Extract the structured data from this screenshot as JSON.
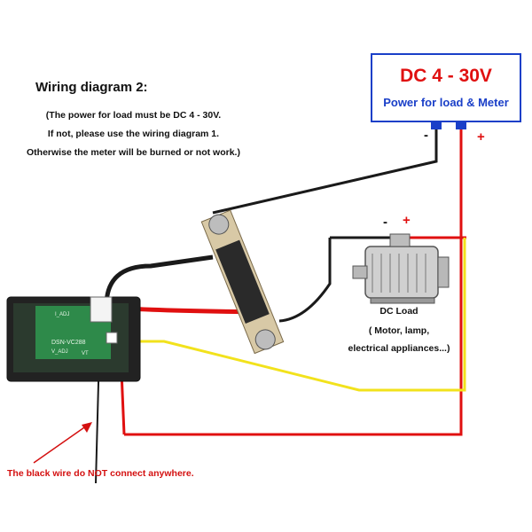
{
  "title": "Wiring diagram 2:",
  "notes": [
    "(The power for load must be DC 4 - 30V.",
    "If not, please use the wiring diagram 1.",
    "Otherwise the meter will be burned or not work.)"
  ],
  "power_supply": {
    "voltage": "DC 4 - 30V",
    "label": "Power for load & Meter",
    "minus": "-",
    "plus": "+"
  },
  "load": {
    "minus": "-",
    "plus": "+",
    "name": "DC Load",
    "desc_line1": "( Motor, lamp,",
    "desc_line2": "electrical appliances...)"
  },
  "meter": {
    "model": "DSN-VC288",
    "pot1": "I_ADJ",
    "pot2": "V_ADJ",
    "pin": "VT"
  },
  "warning": "The black wire do NOT connect anywhere.",
  "colors": {
    "red_wire": "#e01010",
    "black_wire": "#1a1a1a",
    "yellow_wire": "#f2e21c",
    "accent_blue": "#1a3fc8"
  }
}
